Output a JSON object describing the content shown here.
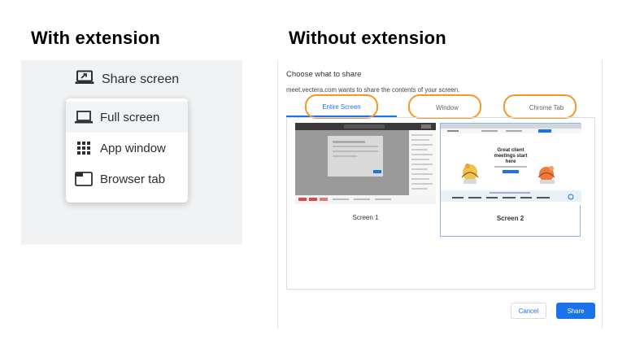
{
  "headings": {
    "left": "With extension",
    "right": "Without extension"
  },
  "extension": {
    "share_label": "Share screen",
    "share_icon": "screen-share-icon",
    "menu": [
      {
        "label": "Full screen",
        "icon": "laptop-icon",
        "active": true
      },
      {
        "label": "App window",
        "icon": "grid-icon",
        "active": false
      },
      {
        "label": "Browser tab",
        "icon": "browser-tab-icon",
        "active": false
      }
    ]
  },
  "dialog": {
    "title": "Choose what to share",
    "subtitle": "meet.vectera.com wants to share the contents of your screen.",
    "tabs": [
      "Entire Screen",
      "Window",
      "Chrome Tab"
    ],
    "selected_tab": 0,
    "screens": [
      {
        "label": "Screen 1",
        "selected": false
      },
      {
        "label": "Screen 2",
        "selected": true
      }
    ],
    "preview": {
      "headline": "Great client meetings start here"
    },
    "cancel_label": "Cancel",
    "share_label": "Share"
  },
  "colors": {
    "accent": "#1a73e8",
    "highlight_ring": "#f39a24",
    "panel_bg": "#f0f2f4"
  }
}
